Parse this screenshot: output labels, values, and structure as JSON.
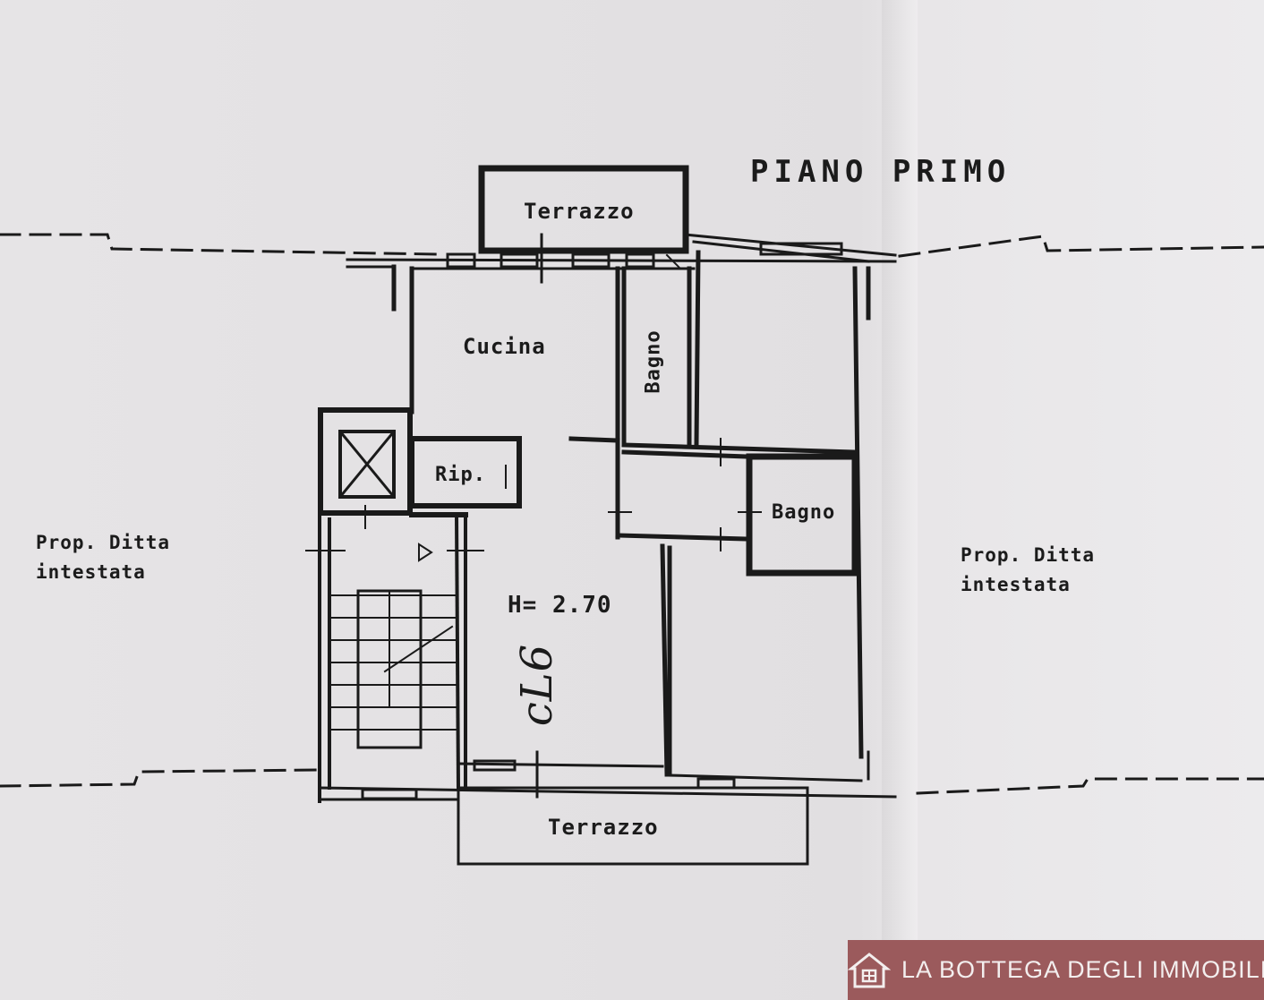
{
  "plan": {
    "floor_title": "PIANO PRIMO",
    "rooms": {
      "terrazzo_top": "Terrazzo",
      "cucina": "Cucina",
      "bagno_1": "Bagno",
      "ripostiglio": "Rip.",
      "bagno_2": "Bagno",
      "terrazzo_bottom": "Terrazzo"
    },
    "height_note": "H= 2.70",
    "handwritten_note": "cL6",
    "neighbor_left": {
      "line1": "Prop. Ditta",
      "line2": "intestata"
    },
    "neighbor_right": {
      "line1": "Prop. Ditta",
      "line2": "intestata"
    }
  },
  "brand": {
    "name": "LA BOTTEGA DEGLI IMMOBILI",
    "icon": "house-icon",
    "color": "#9b5a5c"
  }
}
